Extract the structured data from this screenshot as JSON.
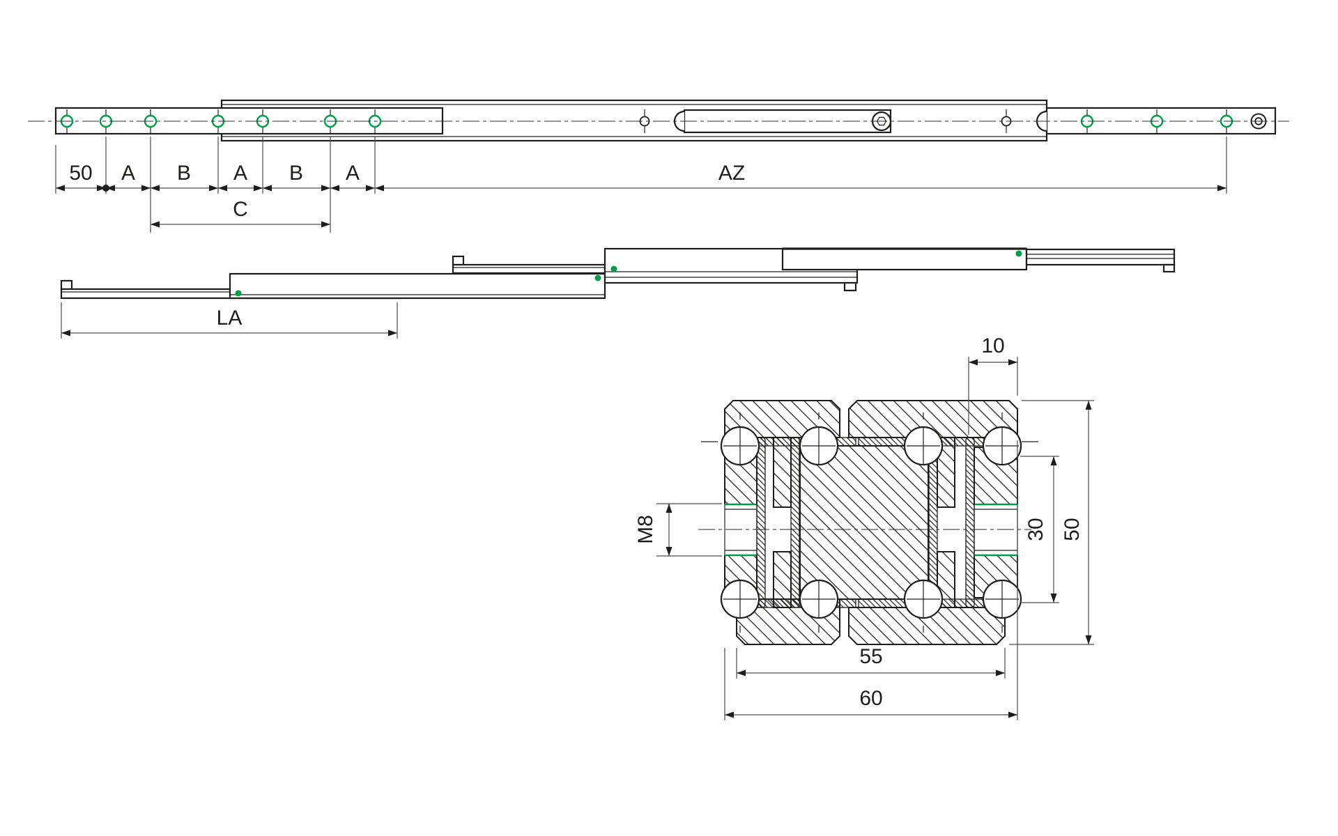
{
  "colors": {
    "line": "#1d1d1b",
    "dimension_line": "#4a4a4a",
    "hole_green": "#009E49"
  },
  "closed_view": {
    "chain_labels": [
      "50",
      "A",
      "B",
      "A",
      "B",
      "A"
    ],
    "az_label": "AZ",
    "c_label": "C"
  },
  "extended_view": {
    "la_label": "LA"
  },
  "cross_section": {
    "top_width_label": "10",
    "thread_label": "M8",
    "inner_height_label": "30",
    "height_label": "50",
    "inner_width_label": "55",
    "outer_width_label": "60"
  }
}
